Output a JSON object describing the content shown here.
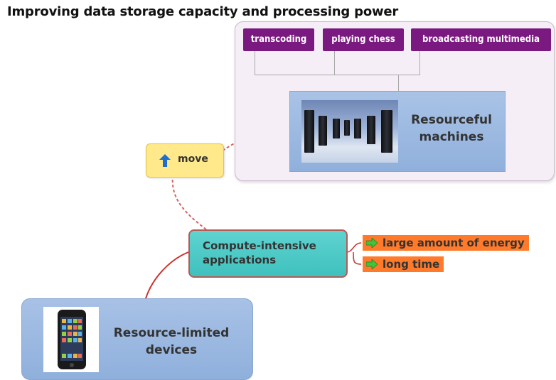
{
  "title": "Improving data storage capacity and processing power",
  "workloads": {
    "tags": [
      "transcoding",
      "playing chess",
      "broadcasting multimedia"
    ]
  },
  "resourceful_machines": {
    "label": "Resourceful machines",
    "icon": "server-rack-icon"
  },
  "move": {
    "label": "move",
    "icon": "up-arrow-icon",
    "color": "#ffe98a"
  },
  "compute_apps": {
    "label": "Compute-intensive applications",
    "color": "#4fcbc7"
  },
  "effects": [
    {
      "label": "large amount of energy",
      "icon": "green-right-arrow-icon"
    },
    {
      "label": "long time",
      "icon": "green-right-arrow-icon"
    }
  ],
  "resource_limited": {
    "label": "Resource-limited devices",
    "icon": "smartphone-icon"
  },
  "colors": {
    "tag_purple": "#7a1a80",
    "effect_orange": "#ff7a2a",
    "connector_red": "#cc3333",
    "node_blue": "#9fbbe2"
  }
}
